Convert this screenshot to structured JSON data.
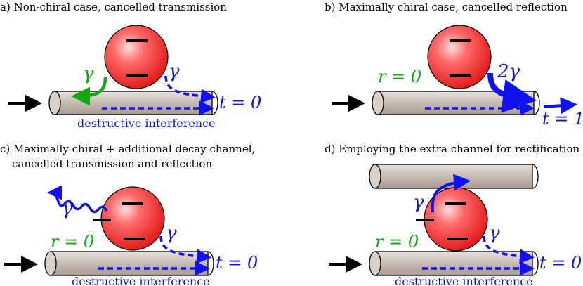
{
  "panels": {
    "a": {
      "caption": "a) Non-chiral case, cancelled transmission",
      "gamma_left": "γ",
      "gamma_right": "γ",
      "t_label": "t = 0",
      "interference": "destructive interference"
    },
    "b": {
      "caption": "b) Maximally chiral case, cancelled reflection",
      "r_label": "r = 0",
      "gamma": "2γ",
      "t_label": "t = 1"
    },
    "c": {
      "caption_line1": "c) Maximally chiral + additional decay channel,",
      "caption_line2": "cancelled transmission and reflection",
      "gamma_decay": "γ",
      "gamma_right": "γ",
      "r_label": "r = 0",
      "t_label": "t = 0",
      "interference": "destructive interference"
    },
    "d": {
      "caption": "d) Employing the extra channel for rectification",
      "gamma_up": "γ",
      "gamma_right": "γ",
      "r_label": "r = 0",
      "t_label": "t = 0",
      "interference": "destructive interference"
    }
  },
  "colors": {
    "blue": "#1111ee",
    "green": "#11aa11",
    "waveguide": "#cdc2bb",
    "atom": "#ee2222"
  }
}
